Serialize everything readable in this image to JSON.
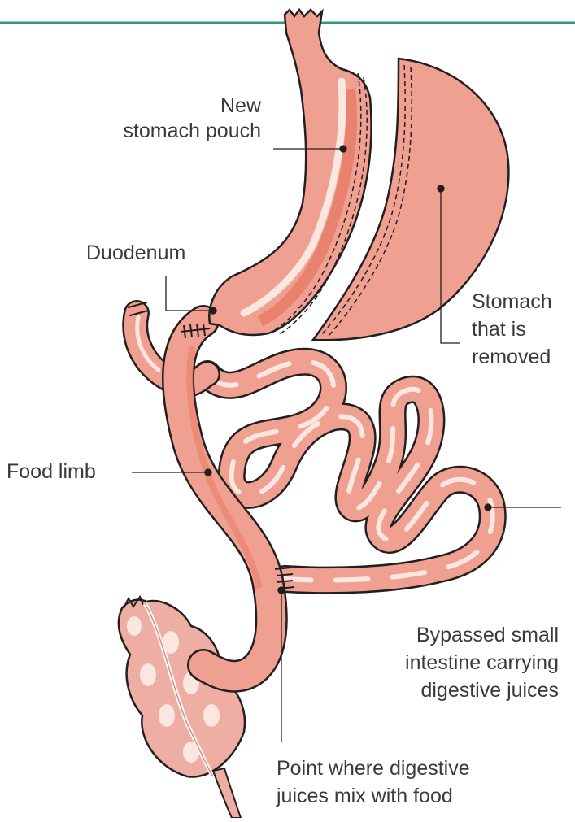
{
  "colors": {
    "rule": "#2e9a84",
    "organ_fill": "#f0a090",
    "organ_dark": "#e8826e",
    "organ_light": "#fbe7df",
    "outline": "#231f20",
    "colon_fill": "#eeaea4",
    "colon_dark": "#d98b7f",
    "leader": "#231f20"
  },
  "labels": {
    "new_pouch_line1": "New",
    "new_pouch_line2": "stomach pouch",
    "duodenum": "Duodenum",
    "stomach_removed_line1": "Stomach",
    "stomach_removed_line2": "that is",
    "stomach_removed_line3": "removed",
    "food_limb": "Food limb",
    "bypassed_line1": "Bypassed small",
    "bypassed_line2": "intestine carrying",
    "bypassed_line3": "digestive juices",
    "mix_point_line1": "Point where digestive",
    "mix_point_line2": "juices mix with food"
  }
}
